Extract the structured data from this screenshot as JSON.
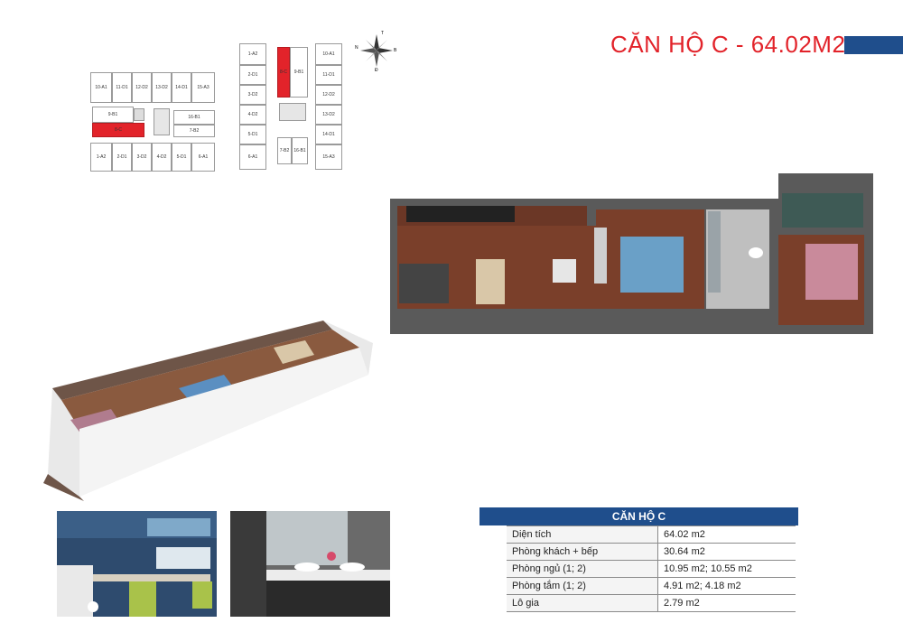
{
  "title": "CĂN HỘ C - 64.02M2",
  "compass": {
    "t": "T",
    "b": "B",
    "n": "N",
    "d": "Đ"
  },
  "keyplan_left": {
    "top_row": [
      "10-A1",
      "11-D1",
      "12-D2",
      "13-D2",
      "14-D1",
      "15-A3"
    ],
    "mid": [
      "9-B1",
      "16-B1",
      "7-B2",
      "8-C"
    ],
    "bottom_row": [
      "1-A2",
      "2-D1",
      "3-D2",
      "4-D2",
      "5-D1",
      "6-A1"
    ]
  },
  "keyplan_right": {
    "left_col": [
      "1-A2",
      "2-D1",
      "3-D2",
      "4-D2",
      "5-D1",
      "6-A1"
    ],
    "right_col": [
      "10-A1",
      "11-D1",
      "12-D2",
      "13-D2",
      "14-D1",
      "15-A3"
    ],
    "center": [
      "8-C",
      "9-B1",
      "7-B2",
      "16-B1"
    ]
  },
  "info_table": {
    "header": "CĂN HỘ C",
    "rows": [
      {
        "label": "Diện tích",
        "value": "64.02 m2"
      },
      {
        "label": "Phòng khách + bếp",
        "value": "30.64 m2"
      },
      {
        "label": "Phòng ngủ (1; 2)",
        "value": "10.95 m2; 10.55 m2"
      },
      {
        "label": "Phòng tắm (1; 2)",
        "value": "4.91 m2; 4.18 m2"
      },
      {
        "label": "Lô gia",
        "value": "2.79 m2"
      }
    ]
  },
  "colors": {
    "accent_red": "#e2232a",
    "brand_blue": "#1f4e8c",
    "floor_wood": "#7a3f2a"
  }
}
